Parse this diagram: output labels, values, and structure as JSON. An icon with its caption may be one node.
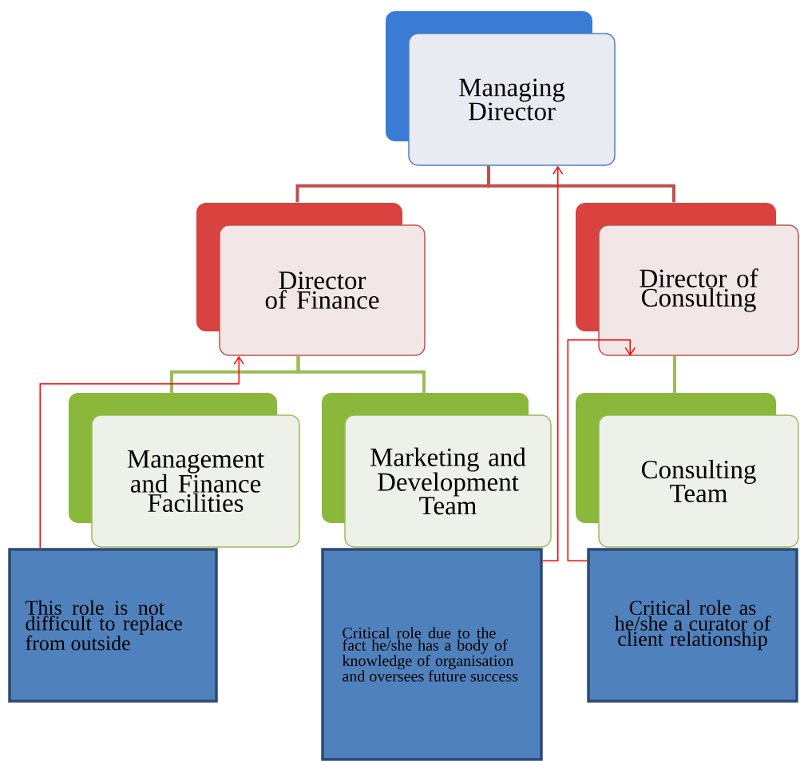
{
  "diagram": {
    "nodes": [
      {
        "text": [
          "Managing Director"
        ]
      },
      {
        "text": [
          "Director of Finance"
        ]
      },
      {
        "text": [
          "Director of Consulting"
        ]
      },
      {
        "text": [
          "Management and Finance Facilities"
        ]
      },
      {
        "text": [
          "Marketing and Development Team"
        ]
      },
      {
        "text": [
          "Consulting Team"
        ]
      },
      {
        "text": [
          "This role is not difficult to replace from outside"
        ]
      },
      {
        "text": [
          "Critical role due to the fact he/she has a body of knowledge of organisation and oversees future success"
        ]
      },
      {
        "text": [
          "Critical role as he/she a curator of client relationship"
        ]
      }
    ],
    "edges": [
      {
        "from": 0,
        "to": 1,
        "arrow": "none",
        "color": "#c0504d"
      },
      {
        "from": 0,
        "to": 2,
        "arrow": "none",
        "color": "#c0504d"
      },
      {
        "from": 1,
        "to": 3,
        "arrow": "none",
        "color": "#9bbb59"
      },
      {
        "from": 1,
        "to": 4,
        "arrow": "none",
        "color": "#9bbb59"
      },
      {
        "from": 2,
        "to": 5,
        "arrow": "none",
        "color": "#9bbb59"
      },
      {
        "from": 6,
        "to": 1,
        "arrow": "to",
        "color": "#ff0000"
      },
      {
        "from": 7,
        "to": 0,
        "arrow": "to",
        "color": "#ff0000"
      },
      {
        "from": 8,
        "to": 2,
        "arrow": "to",
        "color": "#ff0000"
      }
    ]
  }
}
